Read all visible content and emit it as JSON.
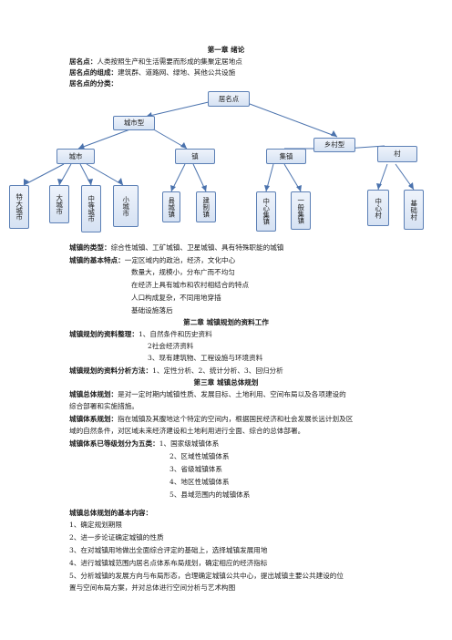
{
  "chapter1": {
    "title": "第一章  绪论",
    "def_label": "居名点：",
    "def_text": "人类按照生产和生活需要而形成的集聚定居地点",
    "comp_label": "居名点的组成：",
    "comp_text": "建筑群、道路网、绿地、其他公共设施",
    "cls_label": "居名点的分类："
  },
  "diagram": {
    "root": "居名点",
    "urban": "城市型",
    "rural": "乡村型",
    "city": "城市",
    "town": "镇",
    "market_town": "集镇",
    "village": "村",
    "city_kinds": [
      "特大城市",
      "大城市",
      "中等城市",
      "小城市"
    ],
    "town_kinds": [
      "县城镇",
      "建制镇"
    ],
    "market_kinds": [
      "中心集镇",
      "一般集镇"
    ],
    "village_kinds": [
      "中心村",
      "基础村"
    ]
  },
  "town_types": {
    "label": "城镇的类型：",
    "text": "综合性城镇、工矿城镇、卫星城镇、具有特殊职能的城镇"
  },
  "town_features": {
    "label": "城镇的基本特点：",
    "items": [
      "一定区域内的政治，经济，文化中心",
      "数量大，规模小，分布广而不均匀",
      "在经济上具有城市和农村相结合的特点",
      "人口构成复杂，不同用地穿插",
      "基础设施落后"
    ]
  },
  "chapter2": {
    "title": "第二章  城镇规划的资料工作",
    "data_label": "城镇规划的资料整理：",
    "data_items": [
      "1、自然条件和历史资料",
      "2社会经济资料",
      "3、现有建筑物、工程设施与环境资料"
    ],
    "method_label": "城镇规划的资料分析方法：",
    "method_text": "1、定性分析、2、统计分析、3、回归分析"
  },
  "chapter3": {
    "title": "第三章  城镇总体规划",
    "plan_label": "城镇总体规划：",
    "plan_text_1": "是对一定时期内城镇性质、发展目标、土地利用、空间布局以及各项建设的",
    "plan_text_2": "综合部署和实施措施。",
    "system_label": "城镇体系规划：",
    "system_text_1": "指在城镇及其腹地这个特定的空间内，根据国民经济和社会发展长远计划及区",
    "system_text_2": "域的自然条件，对区域未来经济建设和土地利用进行全面、综合的总体部署。",
    "levels_label": "城镇体系已等级划分为五类：",
    "levels": [
      "1、国家级城镇体系",
      "2、区域性城镇体系",
      "3、省级城镇体系",
      "4、地区性城镇体系",
      "5、县域范围内的城镇体系"
    ],
    "content_label": "城镇总体规划的基本内容：",
    "contents": [
      "1、确定规划期限",
      "2、进一步论证确定城镇的性质",
      "3、在对城镇用地做出全面综合评定的基础上，选择城镇发展用地",
      "4、进行城镇城范围内居名点体系布局规划，确定相应的经济指标",
      "5、分析城镇的发展方向与布局形态，合理确定城镇公共中心，提出城镇主要公共建设的位",
      "置与空间布局方案，并对总体进行空间分析与艺术构图"
    ]
  }
}
